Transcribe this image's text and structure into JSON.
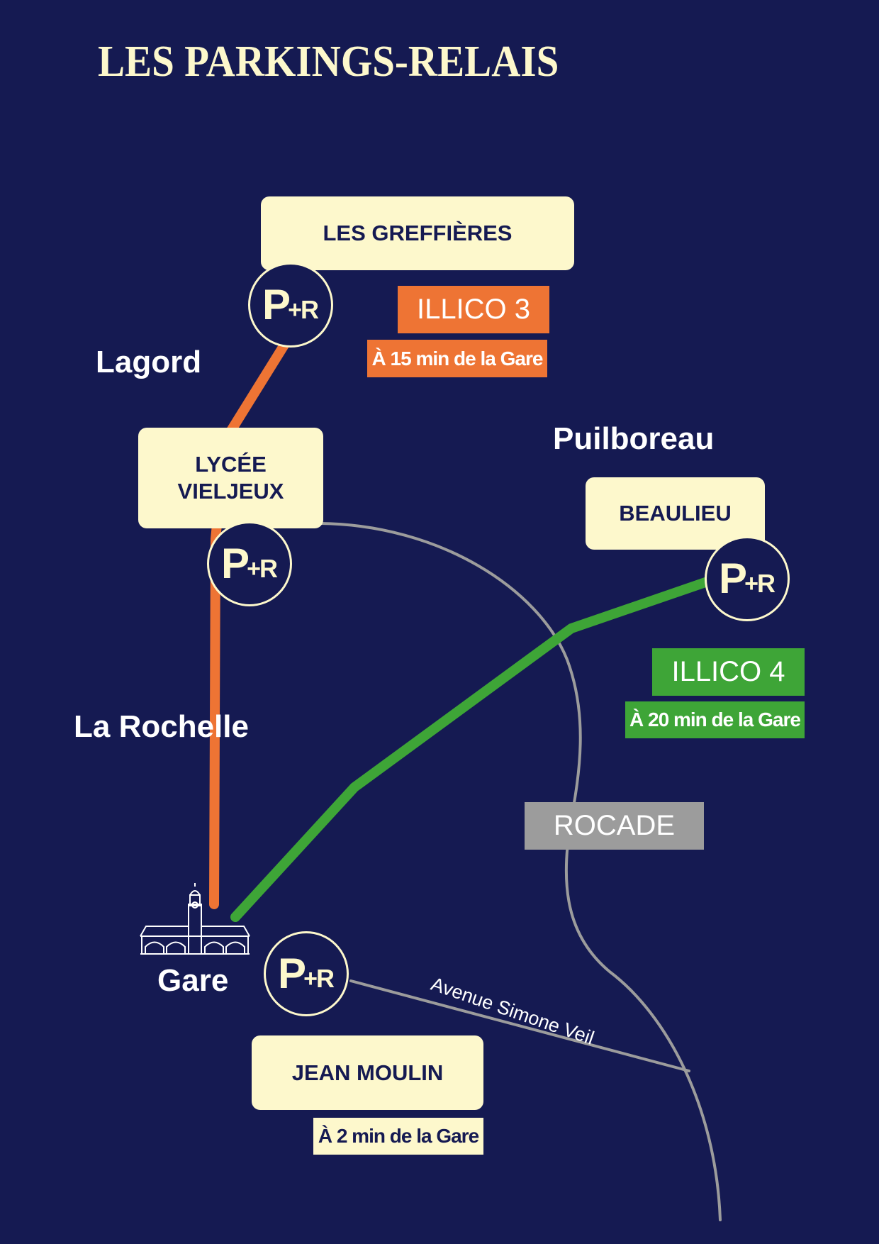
{
  "title": "LES PARKINGS-RELAIS",
  "colors": {
    "background": "#151a52",
    "cream": "#fdf8cc",
    "illico3": "#ee7434",
    "illico4": "#3ea537",
    "road": "#9c9c9c"
  },
  "places": {
    "lagord": "Lagord",
    "puilboreau": "Puilboreau",
    "la_rochelle": "La Rochelle",
    "gare": "Gare"
  },
  "park_and_ride": {
    "icon_label_p": "P",
    "icon_label_plus": "+",
    "icon_label_r": "R",
    "stops": [
      {
        "name": "LES GREFFIÈRES"
      },
      {
        "name_line1": "LYCÉE",
        "name_line2": "VIELJEUX"
      },
      {
        "name": "BEAULIEU"
      },
      {
        "name": "JEAN MOULIN",
        "time": "À 2 min de la Gare"
      }
    ]
  },
  "lines": [
    {
      "name": "ILLICO 3",
      "time": "À 15 min de la Gare",
      "color": "#ee7434"
    },
    {
      "name": "ILLICO 4",
      "time": "À 20 min de la Gare",
      "color": "#3ea537"
    }
  ],
  "roads": {
    "rocade": "ROCADE",
    "avenue": "Avenue Simone Veil"
  },
  "icons": {
    "station": "train-station-icon",
    "park_and_ride": "park-and-ride-icon"
  }
}
